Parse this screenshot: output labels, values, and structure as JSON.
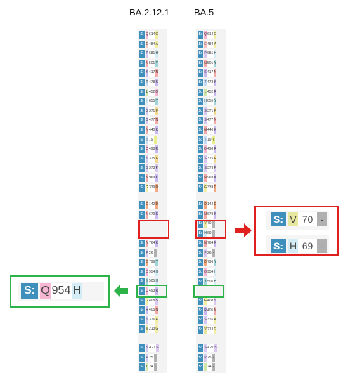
{
  "columns": [
    {
      "title": "BA.2.12.1"
    },
    {
      "title": "BA.5"
    }
  ],
  "chip_prefix": "S:",
  "colors": {
    "highlight_red": "#e0201f",
    "highlight_green": "#2db34a",
    "chip_blue": "#3f8fbd",
    "arrow_red": "#e0201f",
    "arrow_green": "#2db34a"
  },
  "left_mutations": [
    {
      "wt": "Q",
      "pos": "614",
      "mut": "G"
    },
    {
      "wt": "E",
      "pos": "484",
      "mut": "A"
    },
    {
      "wt": "P",
      "pos": "681",
      "mut": "H"
    },
    {
      "wt": "N",
      "pos": "501",
      "mut": "Y"
    },
    {
      "wt": "K",
      "pos": "417",
      "mut": "N"
    },
    {
      "wt": "T",
      "pos": "478",
      "mut": "K"
    },
    {
      "wt": "L",
      "pos": "452",
      "mut": "Q"
    },
    {
      "wt": "H",
      "pos": "655",
      "mut": "Y"
    },
    {
      "wt": "S",
      "pos": "371",
      "mut": "F"
    },
    {
      "wt": "S",
      "pos": "477",
      "mut": "N"
    },
    {
      "wt": "N",
      "pos": "440",
      "mut": "K"
    },
    {
      "wt": "T",
      "pos": "19",
      "mut": "I"
    },
    {
      "wt": "Q",
      "pos": "498",
      "mut": "R"
    },
    {
      "wt": "S",
      "pos": "375",
      "mut": "F"
    },
    {
      "wt": "S",
      "pos": "373",
      "mut": "P"
    },
    {
      "wt": "N",
      "pos": "969",
      "mut": "K"
    },
    {
      "wt": "G",
      "pos": "339",
      "mut": "D"
    },
    {
      "wt": "D",
      "pos": "142",
      "mut": "D"
    },
    {
      "wt": "N",
      "pos": "679",
      "mut": "K"
    },
    {
      "wt": "N",
      "pos": "764",
      "mut": "K"
    },
    {
      "wt": "P",
      "pos": "26",
      "mut": "-"
    },
    {
      "wt": "D",
      "pos": "796",
      "mut": "Y"
    },
    {
      "wt": "Q",
      "pos": "954",
      "mut": "H"
    },
    {
      "wt": "Y",
      "pos": "505",
      "mut": "H"
    },
    {
      "wt": "Q",
      "pos": "493",
      "mut": "R"
    },
    {
      "wt": "G",
      "pos": "408",
      "mut": "S"
    },
    {
      "wt": "R",
      "pos": "405",
      "mut": "N"
    },
    {
      "wt": "S",
      "pos": "376",
      "mut": "A"
    },
    {
      "wt": "V",
      "pos": "213",
      "mut": "G"
    },
    {
      "wt": "S",
      "pos": "A27",
      "mut": "S"
    },
    {
      "wt": "P",
      "pos": "25",
      "mut": "-"
    },
    {
      "wt": "L",
      "pos": "24",
      "mut": "-"
    }
  ],
  "right_mutations": [
    {
      "wt": "Q",
      "pos": "614",
      "mut": "G"
    },
    {
      "wt": "E",
      "pos": "484",
      "mut": "A"
    },
    {
      "wt": "P",
      "pos": "681",
      "mut": "H"
    },
    {
      "wt": "N",
      "pos": "501",
      "mut": "Y"
    },
    {
      "wt": "K",
      "pos": "417",
      "mut": "N"
    },
    {
      "wt": "T",
      "pos": "478",
      "mut": "K"
    },
    {
      "wt": "L",
      "pos": "452",
      "mut": "R"
    },
    {
      "wt": "H",
      "pos": "655",
      "mut": "Y"
    },
    {
      "wt": "S",
      "pos": "371",
      "mut": "F"
    },
    {
      "wt": "S",
      "pos": "477",
      "mut": "N"
    },
    {
      "wt": "N",
      "pos": "440",
      "mut": "K"
    },
    {
      "wt": "T",
      "pos": "19",
      "mut": "I"
    },
    {
      "wt": "Q",
      "pos": "498",
      "mut": "R"
    },
    {
      "wt": "S",
      "pos": "375",
      "mut": "F"
    },
    {
      "wt": "S",
      "pos": "373",
      "mut": "P"
    },
    {
      "wt": "N",
      "pos": "969",
      "mut": "K"
    },
    {
      "wt": "G",
      "pos": "339",
      "mut": "D"
    },
    {
      "wt": "D",
      "pos": "142",
      "mut": "D"
    },
    {
      "wt": "N",
      "pos": "679",
      "mut": "K"
    },
    {
      "wt": "V",
      "pos": "70",
      "mut": "-"
    },
    {
      "wt": "H",
      "pos": "69",
      "mut": "-"
    },
    {
      "wt": "N",
      "pos": "764",
      "mut": "K"
    },
    {
      "wt": "P",
      "pos": "26",
      "mut": "-"
    },
    {
      "wt": "D",
      "pos": "796",
      "mut": "Y"
    },
    {
      "wt": "Q",
      "pos": "954",
      "mut": "H"
    },
    {
      "wt": "Y",
      "pos": "505",
      "mut": "H"
    },
    {
      "wt": "G",
      "pos": "408",
      "mut": "S"
    },
    {
      "wt": "R",
      "pos": "405",
      "mut": "N"
    },
    {
      "wt": "S",
      "pos": "376",
      "mut": "A"
    },
    {
      "wt": "V",
      "pos": "213",
      "mut": "G"
    },
    {
      "wt": "S",
      "pos": "A27",
      "mut": "S"
    },
    {
      "wt": "P",
      "pos": "25",
      "mut": "-"
    },
    {
      "wt": "L",
      "pos": "24",
      "mut": "-"
    }
  ],
  "zoom_right": [
    {
      "wt": "V",
      "pos": "70",
      "mut": "-"
    },
    {
      "wt": "H",
      "pos": "69",
      "mut": "-"
    }
  ],
  "zoom_left": {
    "wt": "Q",
    "pos": "954",
    "mut": "H"
  }
}
